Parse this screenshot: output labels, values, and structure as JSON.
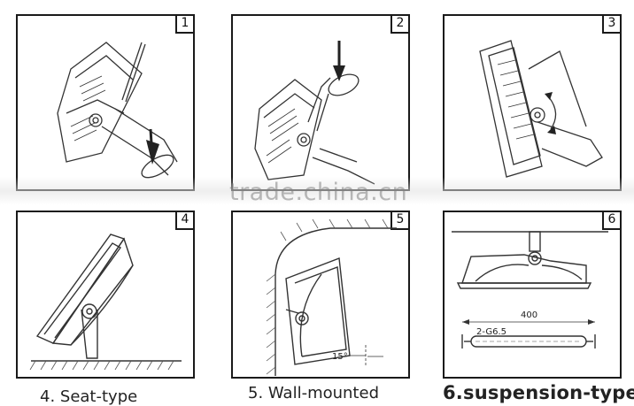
{
  "panels": [
    {
      "number": "1"
    },
    {
      "number": "2"
    },
    {
      "number": "3"
    },
    {
      "number": "4"
    },
    {
      "number": "5",
      "angle_label": "15°"
    },
    {
      "number": "6",
      "dimension_label": "400",
      "lamp_label": "2-G6.5"
    }
  ],
  "captions": {
    "seat": "4. Seat-type",
    "wall": "5. Wall-mounted",
    "suspension": "6.suspension-type"
  },
  "watermark": {
    "text": "trade.china.cn"
  }
}
